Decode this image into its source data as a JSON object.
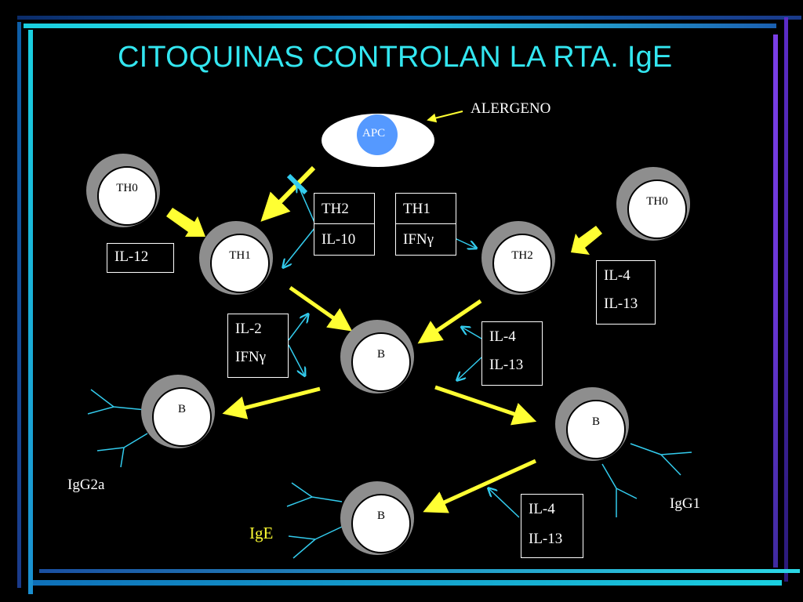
{
  "slide": {
    "title": "CITOQUINAS CONTROLAN LA RTA. IgE"
  },
  "apc": {
    "label": "APC",
    "allergen_label": "ALERGENO"
  },
  "cells": {
    "th0_left": "TH0",
    "th0_right": "TH0",
    "th1": "TH1",
    "th2": "TH2",
    "b_center": "B",
    "b_left": "B",
    "b_right": "B",
    "b_bottom": "B"
  },
  "boxes": {
    "il12": "IL-12",
    "th2_box": {
      "title": "TH2",
      "cytokine": "IL-10"
    },
    "th1_box": {
      "title": "TH1",
      "cytokine": "IFNγ"
    },
    "il4_il13_right": {
      "line1": "IL-4",
      "line2": "IL-13"
    },
    "il2_ifng": {
      "line1": "IL-2",
      "line2": "IFNγ"
    },
    "il4_il13_center": {
      "line1": "IL-4",
      "line2": "IL-13"
    },
    "il4_il13_bottom": {
      "line1": "IL-4",
      "line2": "IL-13"
    }
  },
  "antibodies": {
    "igg2a": "IgG2a",
    "igg1": "IgG1",
    "ige": "IgE"
  },
  "colors": {
    "title": "#33e6f0",
    "arrow": "#ffff33",
    "thin_arrow": "#33ccee",
    "apc": "#5599ff"
  }
}
